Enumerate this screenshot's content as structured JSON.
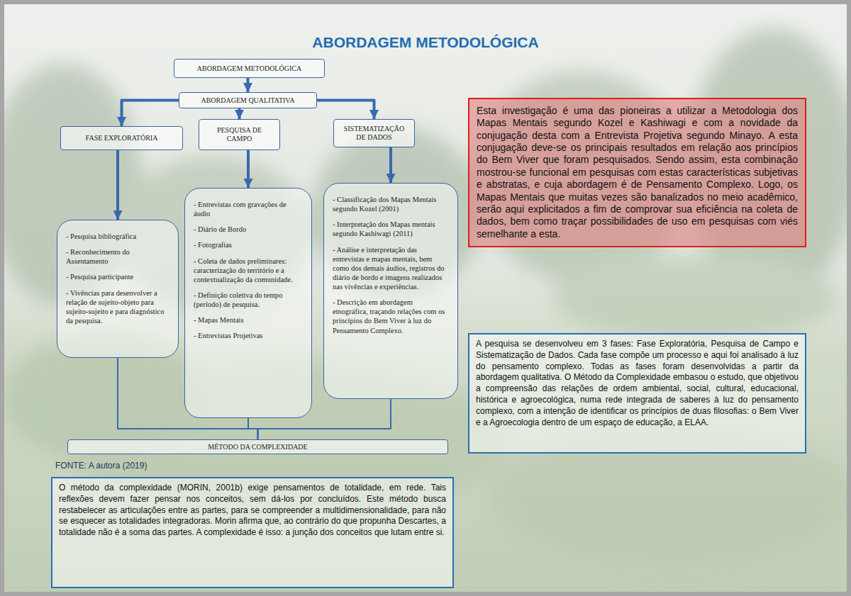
{
  "diagram": {
    "title": "ABORDAGEM METODOLÓGICA",
    "nodes": [
      {
        "text": [
          "ABORDAGEM METODOLÓGICA"
        ]
      },
      {
        "text": [
          "ABORDAGEM QUALITATIVA"
        ]
      },
      {
        "text": [
          "FASE EXPLORATÓRIA"
        ]
      },
      {
        "text": [
          "PESQUISA DE CAMPO"
        ]
      },
      {
        "text": [
          "SISTEMATIZAÇÃO DE DADOS"
        ]
      },
      {
        "text": [
          "- Pesquisa bibliográfica",
          "- Reconhecimento do Assentamento",
          "- Pesquisa participante",
          "- Vivências para desenvolver a relação de sujeito-objeto para sujeito-sujeito e para diagnóstico da pesquisa."
        ]
      },
      {
        "text": [
          "- Entrevistas com gravações de áudio",
          "- Diário de Bordo",
          "- Fotografias",
          "- Coleta de dados preliminares: caracterização do território e a contextualização da comunidade.",
          "- Definição coletiva do tempo (período) de pesquisa.",
          "- Mapas Mentais",
          "- Entrevistas Projetivas"
        ]
      },
      {
        "text": [
          "- Classificação dos Mapas Mentais segundo Kozel (2001)",
          "- Interpretação dos Mapas mentais segundo Kashiwagi (2011)",
          "- Análise e interpretação das entrevistas e mapas mentais, bem como dos demais áudios, registros do diário de bordo e imagens realizados nas vivências e experiências.",
          "- Descrição em abordagem etnográfica, traçando relações com os princípios do Bem Viver à luz do Pensamento Complexo."
        ]
      },
      {
        "text": [
          "MÉTODO DA COMPLEXIDADE"
        ]
      },
      {
        "text": [
          "Esta investigação é uma das pioneiras a utilizar a Metodologia dos Mapas Mentais segundo Kozel e Kashiwagi e com a novidade da conjugação desta com a Entrevista Projetiva segundo Minayo. A esta conjugação deve-se os principais resultados em relação aos princípios do Bem Viver que foram pesquisados. Sendo assim, esta combinação mostrou-se funcional em pesquisas com estas características subjetivas e abstratas, e cuja abordagem é de Pensamento Complexo. Logo, os Mapas Mentais que muitas vezes são banalizados no meio acadêmico, serão aqui explicitados a fim de comprovar sua eficiência na coleta de dados, bem como traçar possibilidades de uso em pesquisas com viés semelhante a esta."
        ]
      },
      {
        "text": [
          "A pesquisa se desenvolveu em 3 fases: Fase Exploratória, Pesquisa de Campo e Sistematização de Dados. Cada fase compõe um processo e aqui foi analisado à luz do pensamento complexo. Todas as fases foram desenvolvidas a partir da abordagem qualitativa. O Método da Complexidade embasou o estudo, que objetivou a compreensão das relações de ordem ambiental, social, cultural, educacional, histórica e agroecológica, numa rede integrada de saberes à luz do pensamento complexo, com a intenção de identificar os princípios de duas filosofias: o Bem Viver e a Agroecologia dentro de um espaço de educação, a ELAA."
        ]
      },
      {
        "text": [
          "O método da complexidade (MORIN, 2001b) exige pensamentos de totalidade, em rede. Tais reflexões devem fazer pensar nos conceitos, sem dá-los por concluídos. Este método busca restabelecer as articulações entre as partes, para se compreender a multidimensionalidade, para não se esquecer as totalidades integradoras. Morin afirma que, ao contrário do que propunha Descartes, a totalidade não é a soma das partes. A complexidade é isso: a junção dos conceitos que lutam entre si."
        ]
      }
    ],
    "edges": [
      {
        "from": 0,
        "to": 1,
        "arrow": "to"
      },
      {
        "from": 1,
        "to": 2,
        "arrow": "to"
      },
      {
        "from": 1,
        "to": 3,
        "arrow": "to"
      },
      {
        "from": 1,
        "to": 4,
        "arrow": "to"
      },
      {
        "from": 2,
        "to": 5,
        "arrow": "to"
      },
      {
        "from": 3,
        "to": 6,
        "arrow": "to"
      },
      {
        "from": 4,
        "to": 7,
        "arrow": "to"
      },
      {
        "from": 5,
        "to": 8,
        "arrow": "none"
      },
      {
        "from": 6,
        "to": 8,
        "arrow": "none"
      },
      {
        "from": 7,
        "to": 8,
        "arrow": "none"
      }
    ],
    "labels": [
      "FONTE: A autora (2019)"
    ]
  }
}
